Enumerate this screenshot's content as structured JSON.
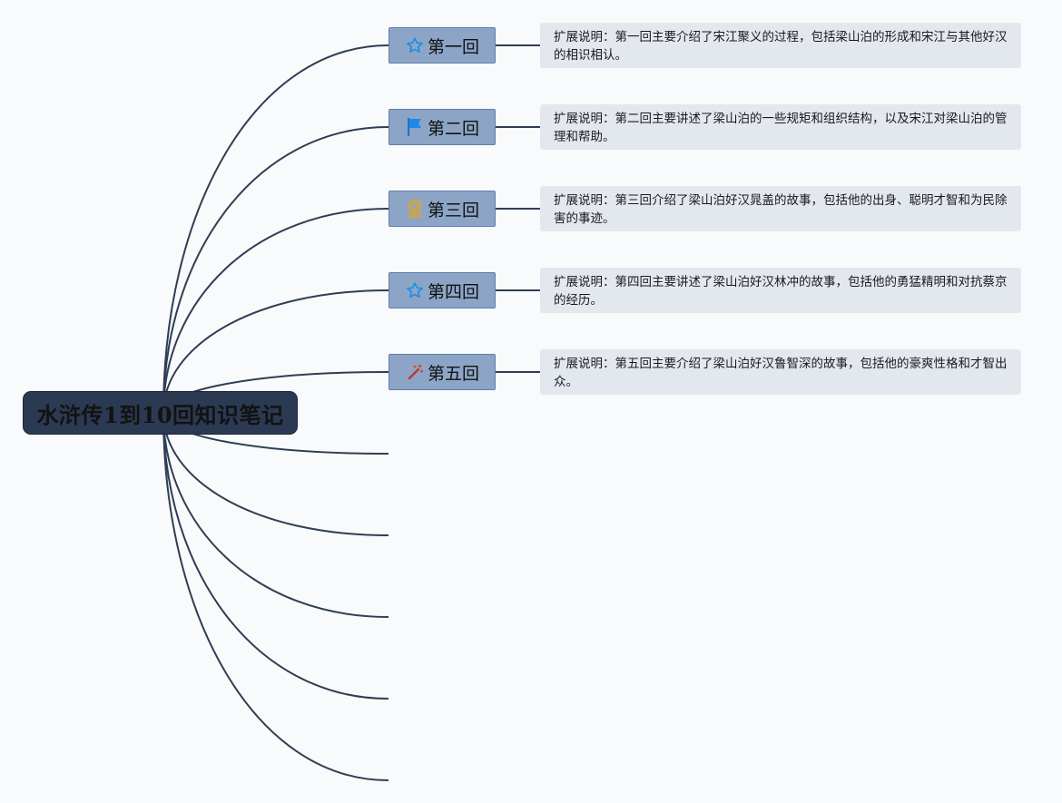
{
  "root": {
    "title": "水浒传1到10回知识笔记"
  },
  "branches": [
    {
      "label": "第一回",
      "icon": "star-icon",
      "note": "扩展说明：第一回主要介绍了宋江聚义的过程，包括梁山泊的形成和宋江与其他好汉的相识相认。"
    },
    {
      "label": "第二回",
      "icon": "flag-icon",
      "note": "扩展说明：第二回主要讲述了梁山泊的一些规矩和组织结构，以及宋江对梁山泊的管理和帮助。"
    },
    {
      "label": "第三回",
      "icon": "medal-icon",
      "note": "扩展说明：第三回介绍了梁山泊好汉晁盖的故事，包括他的出身、聪明才智和为民除害的事迹。"
    },
    {
      "label": "第四回",
      "icon": "star-icon",
      "note": "扩展说明：第四回主要讲述了梁山泊好汉林冲的故事，包括他的勇猛精明和对抗蔡京的经历。"
    },
    {
      "label": "第五回",
      "icon": "magic-wand-icon",
      "note": "扩展说明：第五回主要介绍了梁山泊好汉鲁智深的故事，包括他的豪爽性格和才智出众。"
    }
  ],
  "empty_branch_count": 5,
  "colors": {
    "background": "#f9fafb",
    "root_fill": "#2b3a52",
    "branch_fill": "#8ca5c7",
    "note_fill": "#e3e8ef",
    "connector": "#2f3e56"
  }
}
